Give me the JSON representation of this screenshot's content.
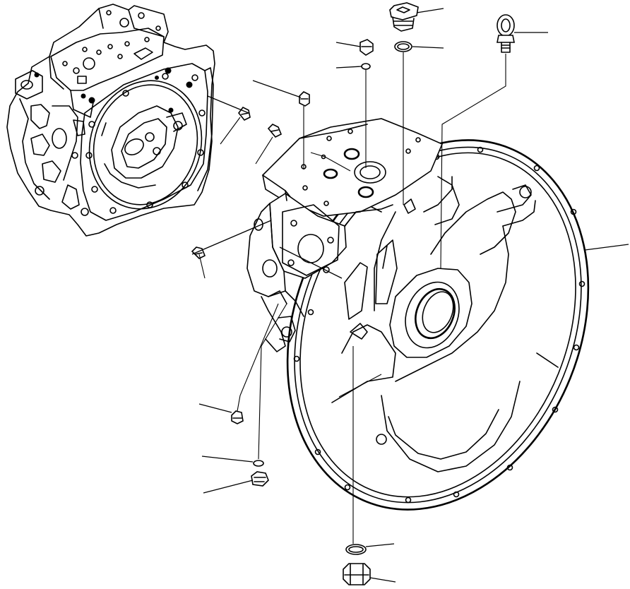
{
  "diagram": {
    "type": "exploded-parts-illustration",
    "colors": {
      "ink": "#000000",
      "paper": "#ffffff"
    },
    "parts": [
      {
        "id": "pump-assembly-reference",
        "icon": "pump-assembly"
      },
      {
        "id": "square-drive-plug",
        "icon": "plug"
      },
      {
        "id": "o-ring-upper",
        "icon": "o-ring"
      },
      {
        "id": "eye-bolt",
        "icon": "eye-bolt"
      },
      {
        "id": "plug-top-small",
        "icon": "plug"
      },
      {
        "id": "washer-top-small",
        "icon": "washer"
      },
      {
        "id": "plug-upper-left",
        "icon": "plug"
      },
      {
        "id": "plug-reference-assembly",
        "icon": "plug"
      },
      {
        "id": "plug-mid-left-pair",
        "icon": "plug"
      },
      {
        "id": "plug-side-left",
        "icon": "plug"
      },
      {
        "id": "pump-housing",
        "icon": "housing"
      },
      {
        "id": "flywheel-housing",
        "icon": "flywheel-housing"
      },
      {
        "id": "plug-lower-left",
        "icon": "plug"
      },
      {
        "id": "washer-lower",
        "icon": "washer"
      },
      {
        "id": "hex-plug-lower",
        "icon": "hex-plug"
      },
      {
        "id": "o-ring-bottom",
        "icon": "o-ring"
      },
      {
        "id": "hex-plug-bottom",
        "icon": "hex-plug"
      }
    ]
  }
}
